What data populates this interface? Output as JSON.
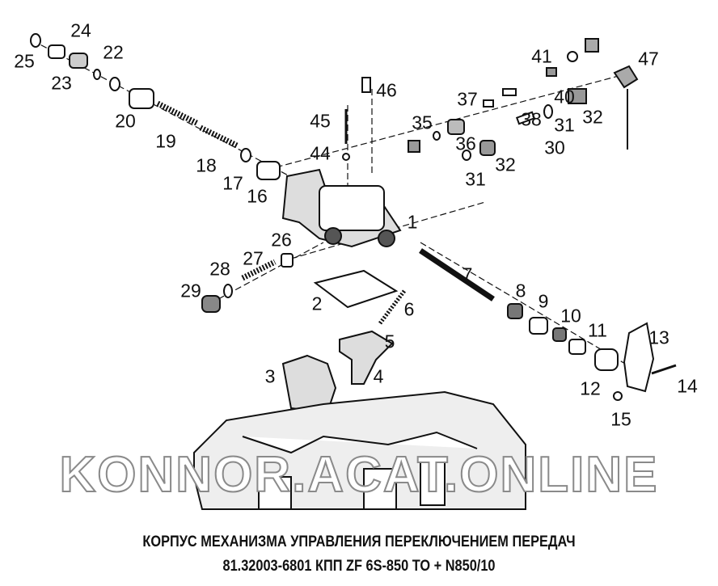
{
  "title": "КОРПУС МЕХАНИЗМА УПРАВЛЕНИЯ ПЕРЕКЛЮЧЕНИЕМ ПЕРЕДАЧ",
  "subtitle": "81.32003-6801 КПП ZF 6S-850 TO + N850/10",
  "watermark": "KONNOR.ACAT.ONLINE",
  "callouts": [
    "24",
    "25",
    "22",
    "23",
    "20",
    "19",
    "18",
    "17",
    "16",
    "45",
    "44",
    "46",
    "41",
    "47",
    "37",
    "40",
    "35",
    "38",
    "32",
    "36",
    "31",
    "30",
    "32",
    "31",
    "1",
    "26",
    "27",
    "28",
    "29",
    "2",
    "7",
    "8",
    "9",
    "6",
    "10",
    "11",
    "5",
    "13",
    "3",
    "4",
    "14",
    "12",
    "15"
  ]
}
